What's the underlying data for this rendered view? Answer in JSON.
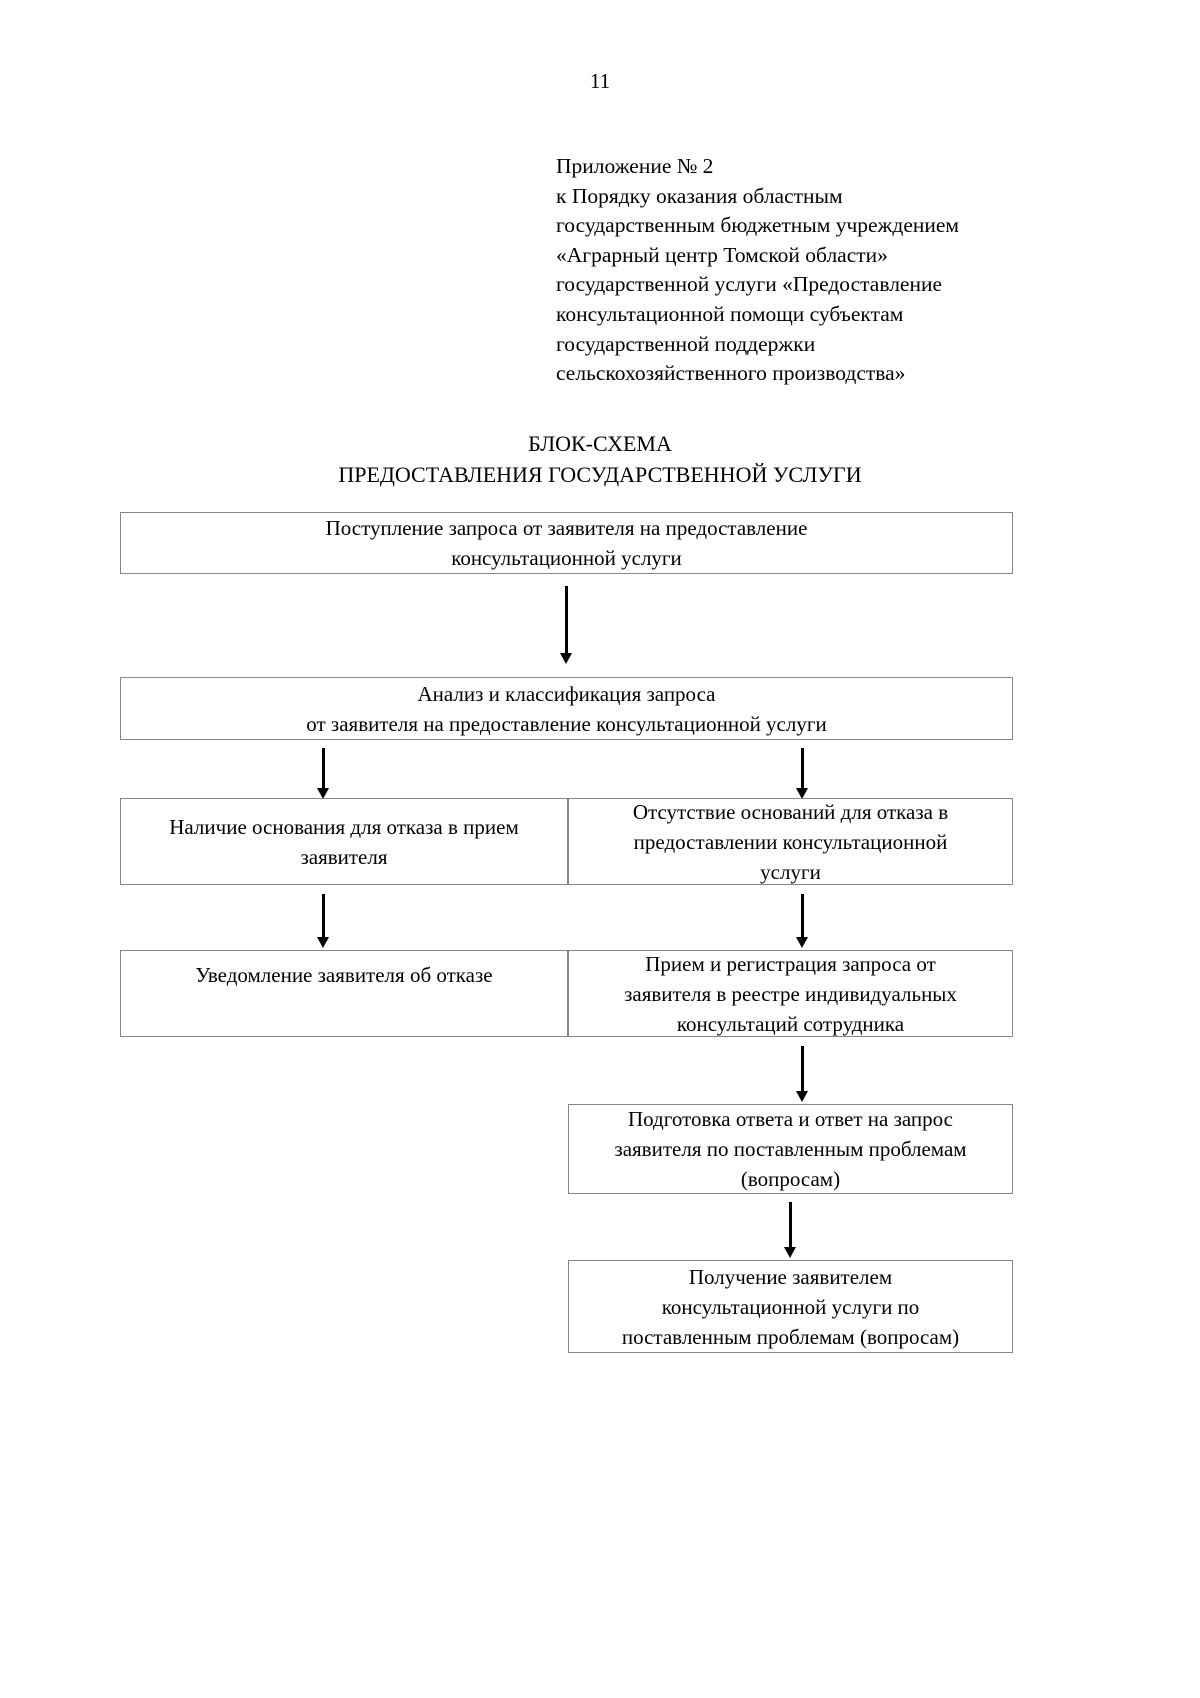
{
  "page": {
    "number": "11"
  },
  "appendix": {
    "lines": [
      "Приложение № 2",
      "к Порядку оказания областным",
      "государственным бюджетным учреждением",
      "«Аграрный центр Томской области»",
      "государственной  услуги «Предоставление",
      "консультационной помощи субъектам",
      "государственной поддержки",
      "сельскохозяйственного производства»"
    ]
  },
  "title": {
    "line1": "БЛОК-СХЕМА",
    "line2": "ПРЕДОСТАВЛЕНИЯ ГОСУДАРСТВЕННОЙ УСЛУГИ"
  },
  "flowchart": {
    "box1": {
      "line1": "Поступление запроса от заявителя на предоставление",
      "line2": "консультационной услуги"
    },
    "box2": {
      "line1": "Анализ и классификация запроса",
      "line2": "от заявителя на предоставление консультационной услуги"
    },
    "box3_left": {
      "line1": "Наличие основания для отказа в прием",
      "line2": "заявителя"
    },
    "box3_right": {
      "line1": "Отсутствие оснований для отказа в",
      "line2": "предоставлении консультационной",
      "line3": "услуги"
    },
    "box4_left": {
      "line1": "Уведомление заявителя об отказе"
    },
    "box4_right": {
      "line1": "Прием и регистрация запроса от",
      "line2": "заявителя в реестре индивидуальных",
      "line3": "консультаций сотрудника"
    },
    "box5": {
      "line1": "Подготовка ответа и ответ на запрос",
      "line2": "заявителя по поставленным проблемам",
      "line3": "(вопросам)"
    },
    "box6": {
      "line1": "Получение заявителем",
      "line2": "консультационной услуги по",
      "line3": "поставленным проблемам (вопросам)"
    }
  },
  "colors": {
    "border": "#868686",
    "text": "#000000",
    "background": "#ffffff"
  }
}
